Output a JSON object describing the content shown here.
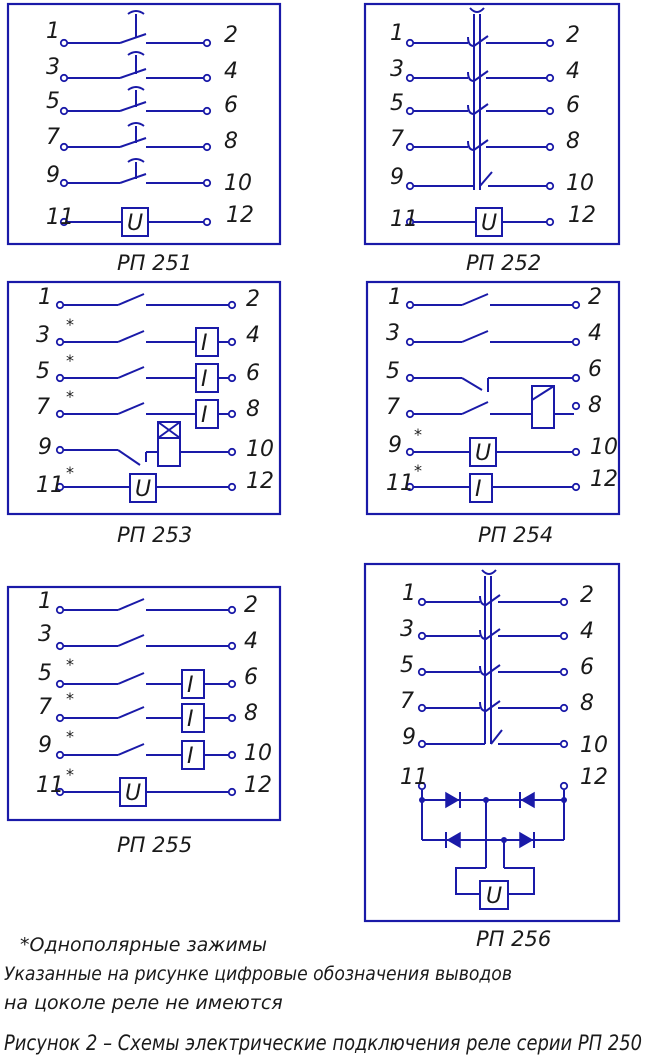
{
  "figure": {
    "caption": "Рисунок 2 – Схемы электрические подключения реле серии РП 250",
    "note_asterisk": "*Однополярные зажимы",
    "note_line1": "Указанные на рисунке цифровые обозначения выводов",
    "note_line2": "на цоколе реле не имеются"
  },
  "symbols": {
    "voltage_coil": "U",
    "current_coil": "I"
  },
  "terminals": [
    {
      "left": "1",
      "right": "2"
    },
    {
      "left": "3",
      "right": "4"
    },
    {
      "left": "5",
      "right": "6"
    },
    {
      "left": "7",
      "right": "8"
    },
    {
      "left": "9",
      "right": "10"
    },
    {
      "left": "11",
      "right": "12"
    }
  ],
  "star": "*",
  "panels": [
    {
      "label": "РП 251"
    },
    {
      "label": "РП 252"
    },
    {
      "label": "РП 253"
    },
    {
      "label": "РП 254"
    },
    {
      "label": "РП 255"
    },
    {
      "label": "РП 256"
    }
  ]
}
